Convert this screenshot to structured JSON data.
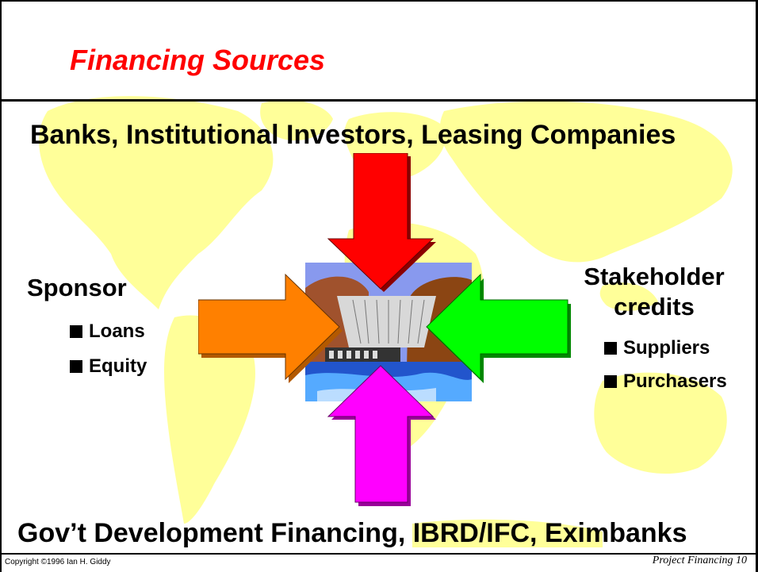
{
  "slide": {
    "title": "Financing Sources",
    "top_source": "Banks, Institutional Investors, Leasing Companies",
    "bottom_source": "Gov’t Development Financing, IBRD/IFC, Eximbanks",
    "sponsor": {
      "heading": "Sponsor",
      "items": [
        "Loans",
        "Equity"
      ]
    },
    "stakeholder": {
      "heading_line1": "Stakeholder",
      "heading_line2": "credits",
      "items": [
        "Suppliers",
        "Purchasers"
      ]
    },
    "footer": {
      "copyright": "Copyright ©1996 Ian H. Giddy",
      "page_label": "Project Financing  10"
    },
    "colors": {
      "title": "#ff0000",
      "map": "#ffff99",
      "arrow_top": "#ff0000",
      "arrow_left": "#ff8000",
      "arrow_right": "#00ff00",
      "arrow_bottom": "#ff00ff"
    },
    "icons": {
      "center_image": "dam-clipart"
    }
  }
}
